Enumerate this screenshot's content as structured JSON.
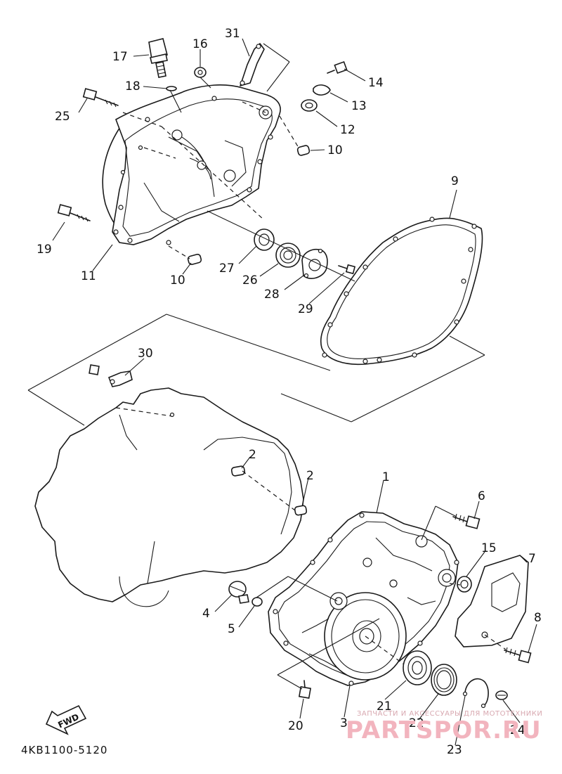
{
  "diagram_code": "4KB1100-5120",
  "fwd_label": "FWD",
  "watermark": {
    "small": "ЗАПЧАСТИ И АКСЕССУАРЫ ДЛЯ МОТОТЕХНИКИ",
    "brand": "PARTSPOR.RU"
  },
  "callouts": [
    {
      "id": "c17",
      "text": "17"
    },
    {
      "id": "c16",
      "text": "16"
    },
    {
      "id": "c31",
      "text": "31"
    },
    {
      "id": "c14",
      "text": "14"
    },
    {
      "id": "c18",
      "text": "18"
    },
    {
      "id": "c13",
      "text": "13"
    },
    {
      "id": "c25",
      "text": "25"
    },
    {
      "id": "c12",
      "text": "12"
    },
    {
      "id": "c10a",
      "text": "10"
    },
    {
      "id": "c9",
      "text": "9"
    },
    {
      "id": "c19",
      "text": "19"
    },
    {
      "id": "c11",
      "text": "11"
    },
    {
      "id": "c27",
      "text": "27"
    },
    {
      "id": "c26",
      "text": "26"
    },
    {
      "id": "c28",
      "text": "28"
    },
    {
      "id": "c29",
      "text": "29"
    },
    {
      "id": "c10b",
      "text": "10"
    },
    {
      "id": "c30",
      "text": "30"
    },
    {
      "id": "c2a",
      "text": "2"
    },
    {
      "id": "c2b",
      "text": "2"
    },
    {
      "id": "c1",
      "text": "1"
    },
    {
      "id": "c6",
      "text": "6"
    },
    {
      "id": "c15",
      "text": "15"
    },
    {
      "id": "c7",
      "text": "7"
    },
    {
      "id": "c4",
      "text": "4"
    },
    {
      "id": "c5",
      "text": "5"
    },
    {
      "id": "c8",
      "text": "8"
    },
    {
      "id": "c21",
      "text": "21"
    },
    {
      "id": "c20",
      "text": "20"
    },
    {
      "id": "c3",
      "text": "3"
    },
    {
      "id": "c22",
      "text": "22"
    },
    {
      "id": "c24",
      "text": "24"
    },
    {
      "id": "c23",
      "text": "23"
    }
  ]
}
